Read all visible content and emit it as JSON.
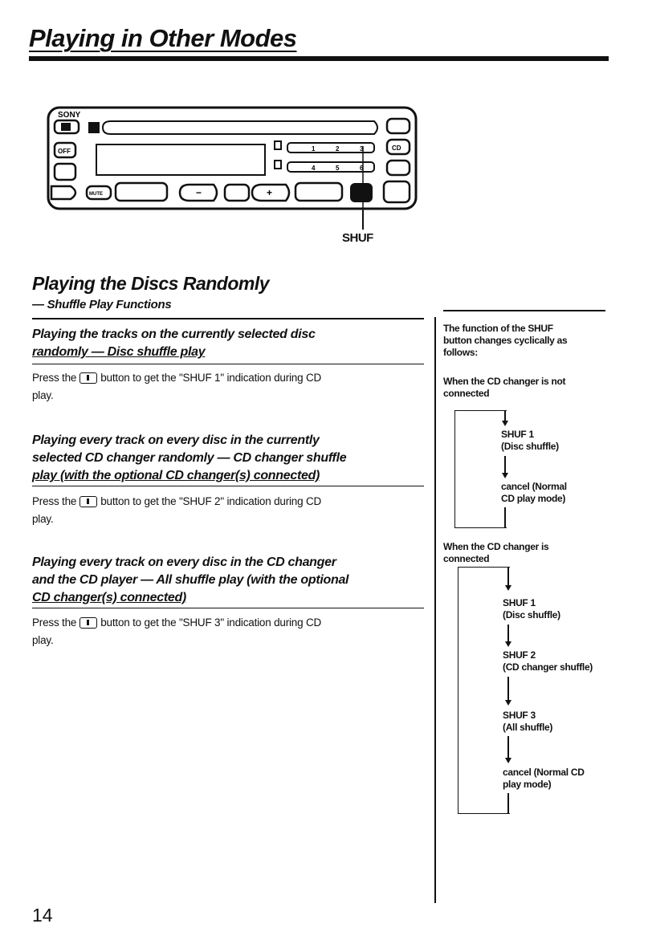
{
  "page": {
    "title": "Playing in Other Modes",
    "number": "14"
  },
  "diagram": {
    "brand": "SONY",
    "callout_label": "SHUF",
    "buttons": [
      "OFF",
      "MUTE",
      "CD",
      "1",
      "2",
      "3",
      "4",
      "5",
      "6"
    ]
  },
  "section": {
    "title": "Playing the Discs Randomly",
    "subtitle": "— Shuffle Play Functions"
  },
  "items": [
    {
      "heading": [
        "Playing the tracks on the currently selected disc",
        "randomly — Disc shuffle play"
      ],
      "text_before": "Press the",
      "text_after": "button to get the \"SHUF 1\" indication during CD",
      "text_line2": "play."
    },
    {
      "heading": [
        "Playing every track on every disc in the currently",
        "selected CD changer randomly — CD changer shuffle",
        "play (with the optional CD changer(s) connected)"
      ],
      "text_before": "Press the",
      "text_after": "button to get the \"SHUF 2\" indication during CD",
      "text_line2": "play."
    },
    {
      "heading": [
        "Playing every track on every disc in the CD changer",
        "and the CD player — All shuffle play (with the optional",
        "CD changer(s) connected)"
      ],
      "text_before": "Press the",
      "text_after": "button to get the \"SHUF 3\" indication during CD",
      "text_line2": "play."
    }
  ],
  "sidebar": {
    "intro": [
      "The function of the SHUF",
      "button changes cyclically as",
      "follows:"
    ],
    "case1_title": [
      "When the CD changer is not",
      "connected"
    ],
    "case1_steps": [
      [
        "SHUF 1",
        "(Disc shuffle)"
      ],
      [
        "cancel (Normal",
        "CD play mode)"
      ]
    ],
    "case2_title": [
      "When the CD changer is",
      "connected"
    ],
    "case2_steps": [
      [
        "SHUF 1",
        "(Disc shuffle)"
      ],
      [
        "SHUF 2",
        "(CD changer shuffle)"
      ],
      [
        "SHUF 3",
        "(All shuffle)"
      ],
      [
        "cancel (Normal CD",
        "play mode)"
      ]
    ]
  }
}
